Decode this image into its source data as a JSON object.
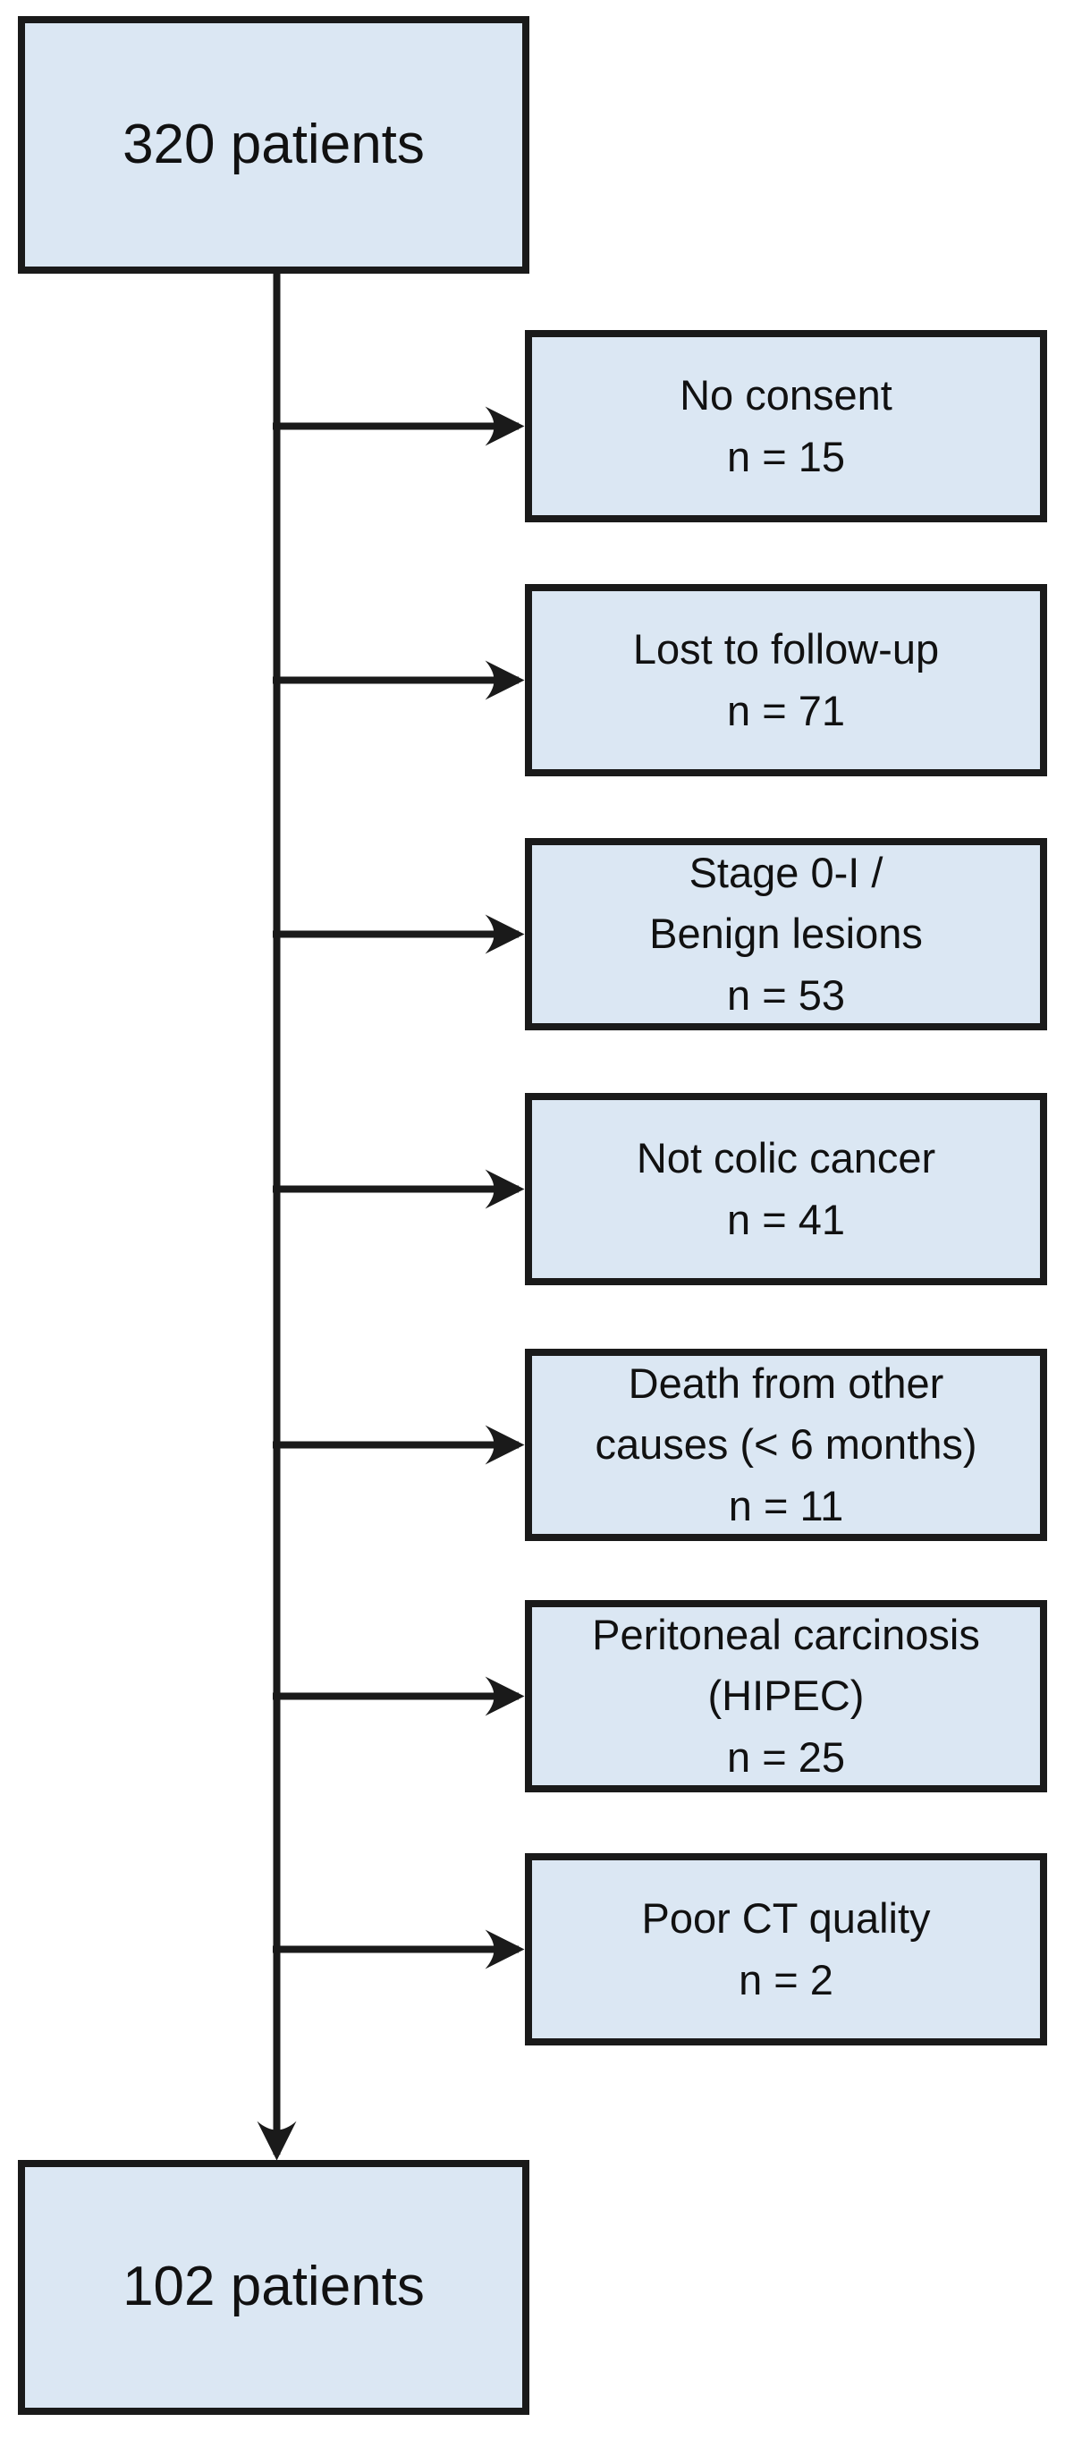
{
  "diagram": {
    "type": "patient-flow-diagram",
    "start": {
      "label": "320 patients"
    },
    "end": {
      "label": "102 patients"
    },
    "exclusions": [
      {
        "label": "No consent",
        "count": "n = 15"
      },
      {
        "label": "Lost to follow-up",
        "count": "n = 71"
      },
      {
        "label": "Stage 0-I /\nBenign lesions",
        "count": "n = 53"
      },
      {
        "label": "Not colic cancer",
        "count": "n = 41"
      },
      {
        "label": "Death from other\ncauses (< 6 months)",
        "count": "n = 11"
      },
      {
        "label": "Peritoneal carcinosis\n(HIPEC)",
        "count": "n = 25"
      },
      {
        "label": "Poor CT quality",
        "count": "n = 2"
      }
    ],
    "colors": {
      "box_fill": "#dbe7f3",
      "line": "#1a1a1a",
      "text": "#111111"
    }
  }
}
